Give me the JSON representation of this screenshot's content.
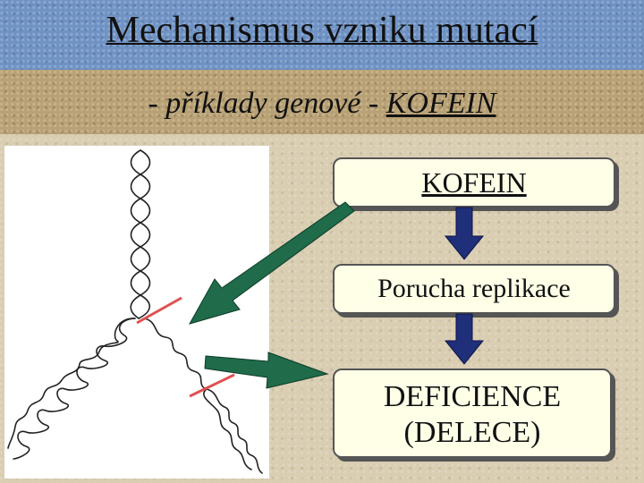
{
  "title": "Mechanismus vzniku mutací",
  "subtitle": {
    "prefix": "- příklady genové - ",
    "highlight": "KOFEIN"
  },
  "flow": {
    "step1": "KOFEIN",
    "step2": "Porucha replikace",
    "step3_line1": "DEFICIENCE",
    "step3_line2": "(DELECE)"
  },
  "colors": {
    "green_arrow": "#1f6b4a",
    "blue_arrow": "#1f2f7a",
    "cut_marks": "#e05050",
    "title_band": "#6f93c4",
    "subtitle_band": "#b8a176"
  }
}
